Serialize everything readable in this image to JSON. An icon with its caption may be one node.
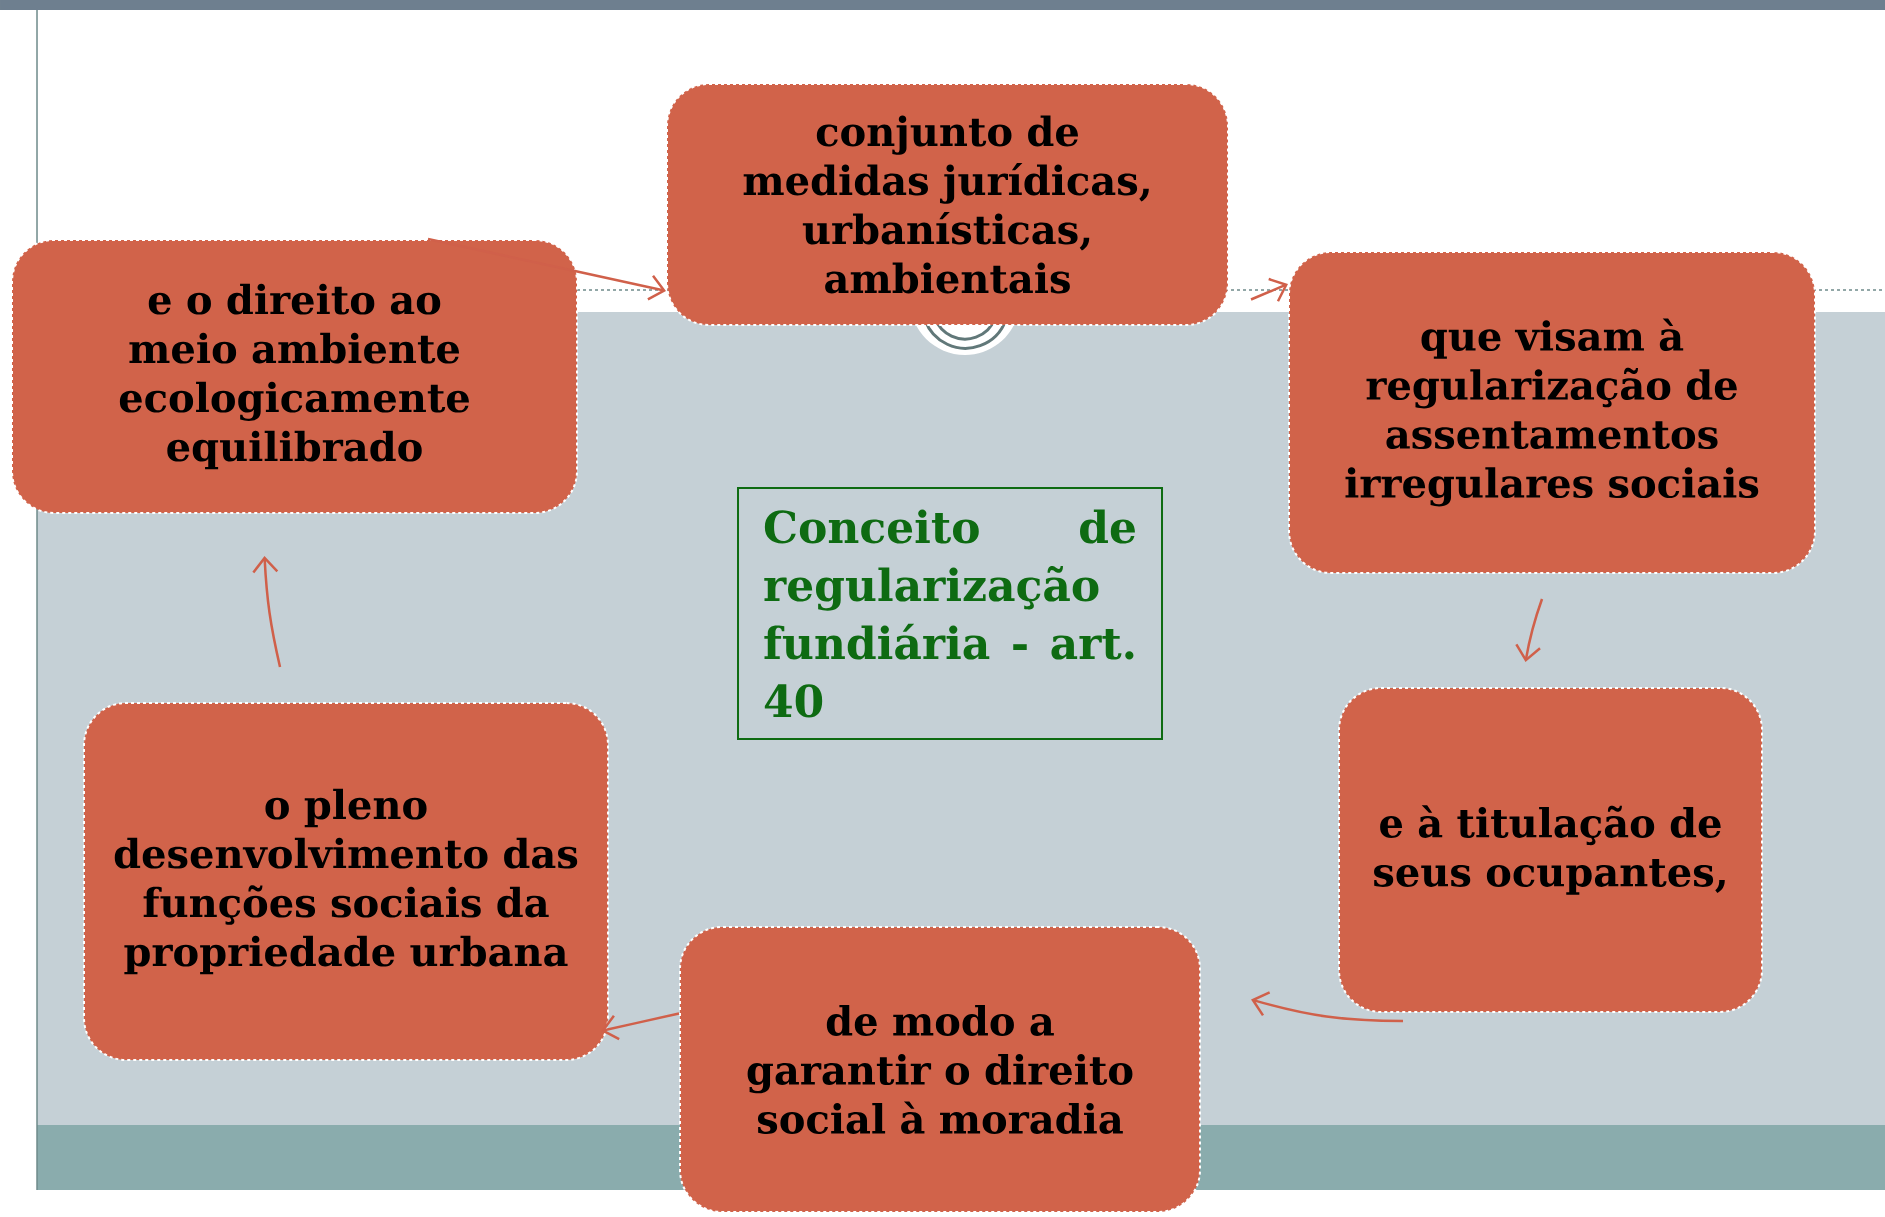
{
  "diagram": {
    "nodes": [
      {
        "text": [
          "e o direito ao meio ambiente ecologicamente equilibrado"
        ]
      },
      {
        "text": [
          "conjunto de medidas jurídicas, urbanísticas, ambientais"
        ]
      },
      {
        "text": [
          "que visam à regularização de assentamentos irregulares sociais"
        ]
      },
      {
        "text": [
          "e à titulação de seus ocupantes,"
        ]
      },
      {
        "text": [
          "de modo a garantir o direito social à moradia"
        ]
      },
      {
        "text": [
          "o pleno desenvolvimento das funções sociais da propriedade urbana"
        ]
      },
      {
        "text": [
          "Conceito de regularização fundiária - art. 40"
        ]
      }
    ],
    "edges": [
      {
        "from": 0,
        "to": 1,
        "arrow": "to"
      },
      {
        "from": 1,
        "to": 2,
        "arrow": "to"
      },
      {
        "from": 2,
        "to": 3,
        "arrow": "to"
      },
      {
        "from": 3,
        "to": 4,
        "arrow": "to"
      },
      {
        "from": 4,
        "to": 5,
        "arrow": "to"
      },
      {
        "from": 5,
        "to": 0,
        "arrow": "to"
      }
    ]
  }
}
